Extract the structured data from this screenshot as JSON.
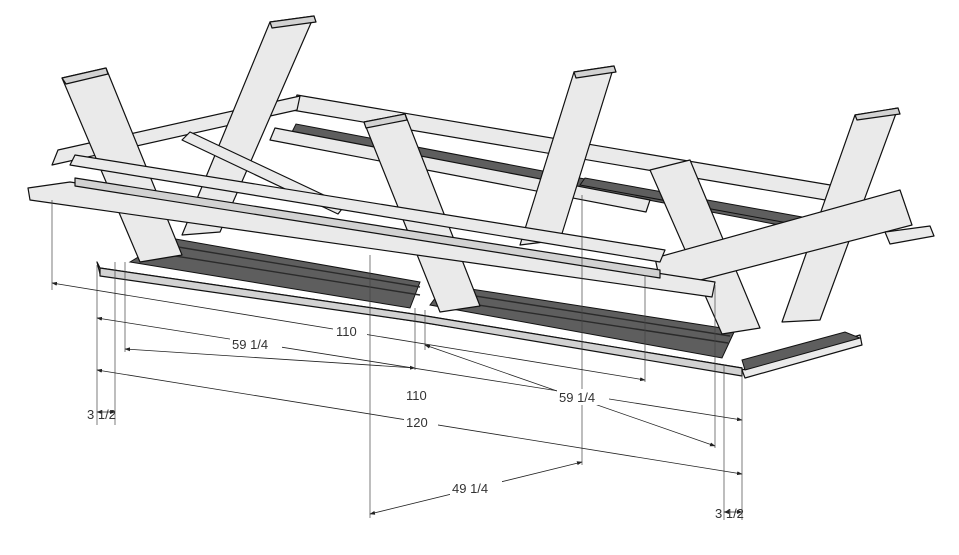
{
  "drawing": {
    "subject": "picnic-table-top-and-frame",
    "dimensions": {
      "d110_upper": "110",
      "d59_left": "59 1/4",
      "d110_lower": "110",
      "d59_right": "59 1/4",
      "d120": "120",
      "d3_left": "3 1/2",
      "d49": "49 1/4",
      "d3_right": "3 1/2"
    }
  }
}
